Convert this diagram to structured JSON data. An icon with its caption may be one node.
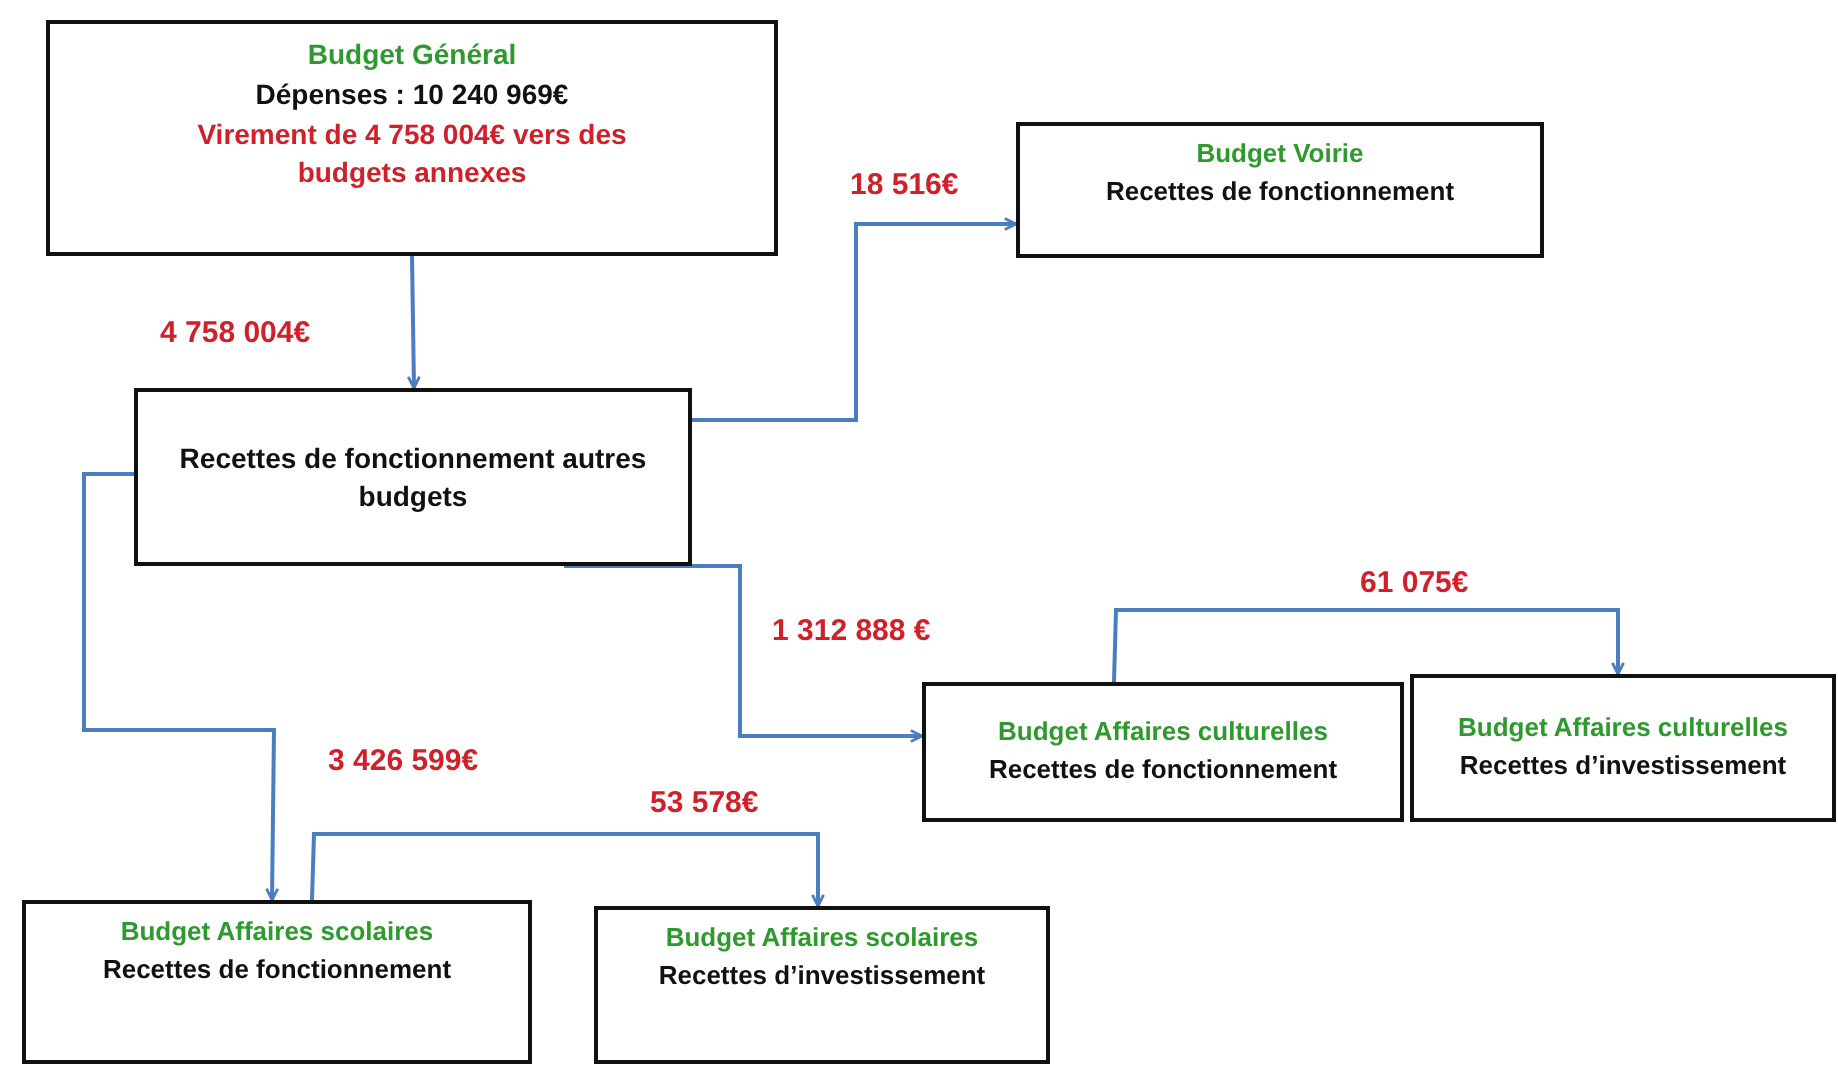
{
  "diagram": {
    "nodes": [
      {
        "text": [
          "Budget Général",
          "Dépenses : 10 240 969€",
          "Virement de 4 758 004€ vers des budgets annexes"
        ]
      },
      {
        "text": [
          "Recettes de fonctionnement autres budgets"
        ]
      },
      {
        "text": [
          "Budget Voirie",
          "Recettes de fonctionnement"
        ]
      },
      {
        "text": [
          "Budget Affaires culturelles",
          "Recettes de fonctionnement"
        ]
      },
      {
        "text": [
          "Budget Affaires culturelles",
          "Recettes d’investissement"
        ]
      },
      {
        "text": [
          "Budget Affaires scolaires",
          "Recettes de fonctionnement"
        ]
      },
      {
        "text": [
          "Budget Affaires scolaires",
          "Recettes d’investissement"
        ]
      }
    ],
    "edges": [
      {
        "from": 0,
        "to": 1,
        "arrow": "to",
        "label": "4 758 004€"
      },
      {
        "from": 1,
        "to": 2,
        "arrow": "to",
        "label": "18 516€"
      },
      {
        "from": 1,
        "to": 3,
        "arrow": "to",
        "label": "1 312 888 €"
      },
      {
        "from": 3,
        "to": 4,
        "arrow": "to",
        "label": "61 075€"
      },
      {
        "from": 1,
        "to": 5,
        "arrow": "to",
        "label": "3 426 599€"
      },
      {
        "from": 5,
        "to": 6,
        "arrow": "to",
        "label": "53 578€"
      }
    ]
  }
}
